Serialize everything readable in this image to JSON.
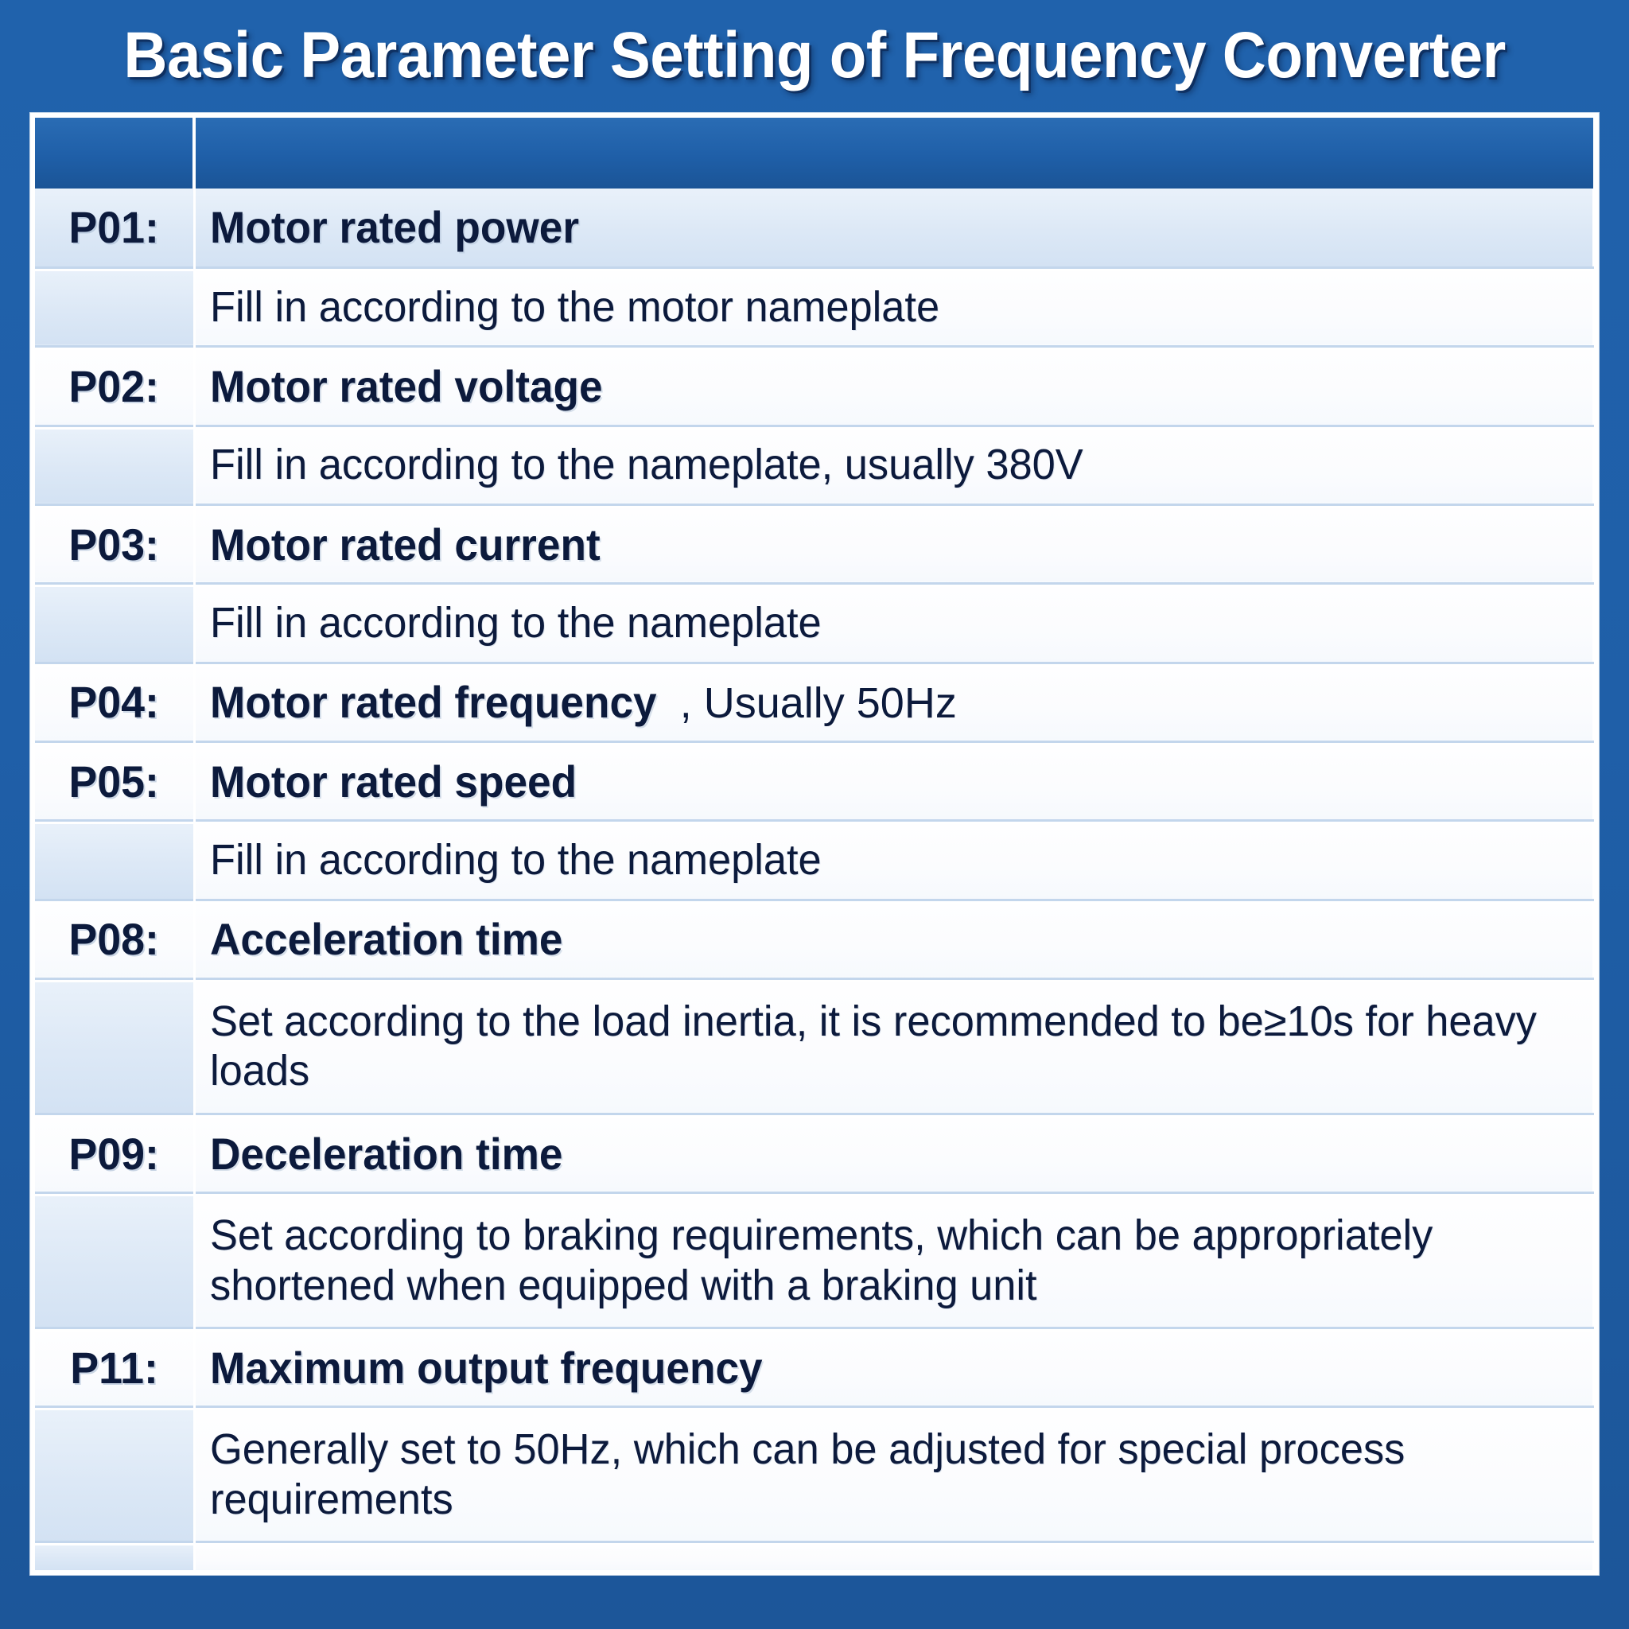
{
  "page": {
    "title": "Basic Parameter Setting of Frequency Converter",
    "background_color": "#1F5FA8",
    "text_color": "#0C1A3C",
    "band_color": "#DCE8F6"
  },
  "table": {
    "header": {
      "key_label": "",
      "value_label": ""
    },
    "columns": [
      "",
      ""
    ],
    "rows": [
      {
        "type": "param",
        "key": "P01:",
        "name": "Motor rated power",
        "suffix": ""
      },
      {
        "type": "desc",
        "key": "",
        "text": "Fill in according to the motor nameplate"
      },
      {
        "type": "param",
        "key": "P02:",
        "name": "Motor rated voltage",
        "suffix": ""
      },
      {
        "type": "desc",
        "key": "",
        "text": "Fill in according to the nameplate, usually 380V"
      },
      {
        "type": "param",
        "key": "P03:",
        "name": "Motor rated current",
        "suffix": ""
      },
      {
        "type": "desc",
        "key": "",
        "text": "Fill in according to the nameplate"
      },
      {
        "type": "param",
        "key": "P04:",
        "name": "Motor rated frequency",
        "suffix": ", Usually 50Hz"
      },
      {
        "type": "param",
        "key": "P05:",
        "name": "Motor rated speed",
        "suffix": ""
      },
      {
        "type": "desc",
        "key": "",
        "text": "Fill in according to the nameplate"
      },
      {
        "type": "param",
        "key": "P08:",
        "name": "Acceleration time",
        "suffix": ""
      },
      {
        "type": "desc2",
        "key": "",
        "text": "Set according to the load inertia, it is recommended to be≥10s for heavy loads"
      },
      {
        "type": "param",
        "key": "P09:",
        "name": "Deceleration time",
        "suffix": ""
      },
      {
        "type": "desc2",
        "key": "",
        "text": "Set according to braking requirements, which can be appropriately shortened when equipped with a braking unit"
      },
      {
        "type": "param",
        "key": "P11:",
        "name": "Maximum output frequency",
        "suffix": ""
      },
      {
        "type": "desc2",
        "key": "",
        "text": "Generally set to 50Hz, which can be adjusted for special process requirements"
      },
      {
        "type": "tail",
        "key": "",
        "text": ""
      }
    ]
  }
}
